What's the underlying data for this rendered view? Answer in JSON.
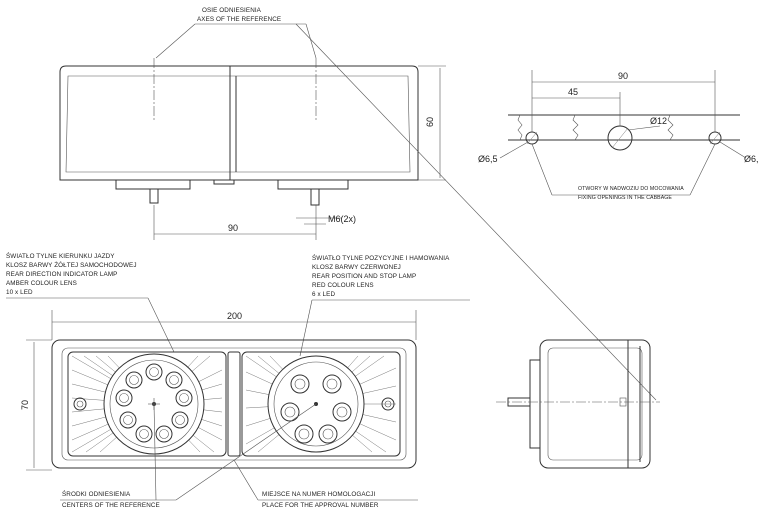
{
  "labels": {
    "axes_pl": "OSIE ODNIESIENIA",
    "axes_en": "AXES OF THE REFERENCE",
    "left_lamp": [
      "ŚWIATŁO TYLNE KIERUNKU JAZDY",
      "KLOSZ BARWY ŻÓŁTEJ SAMOCHODOWEJ",
      "REAR DIRECTION INDICATOR LAMP",
      "AMBER COLOUR LENS",
      "10 x LED"
    ],
    "right_lamp": [
      "ŚWIATŁO TYLNE POZYCYJNE I HAMOWANIA",
      "KLOSZ BARWY CZERWONEJ",
      "REAR POSITION AND STOP LAMP",
      "RED COLOUR LENS",
      "6 x LED"
    ],
    "centers_pl": "ŚRODKI ODNIESIENIA",
    "centers_en": "CENTERS OF THE REFERENCE",
    "approval_pl": "MIEJSCE NA NUMER HOMOLOGACJI",
    "approval_en": "PLACE FOR THE APPROVAL NUMBER",
    "fixing_pl": "OTWORY W NADWOZIU DO MOCOWANIA",
    "fixing_en": "FIXING OPENINGS IN THE CABBAGE"
  },
  "dimensions": {
    "top_height": "60",
    "top_spacing": "90",
    "thread": "M6(2x)",
    "front_width": "200",
    "front_height": "70",
    "cut_total": "90",
    "cut_half": "45",
    "hole_center": "Ø12",
    "hole_left": "Ø6,5",
    "hole_right": "Ø6,"
  }
}
